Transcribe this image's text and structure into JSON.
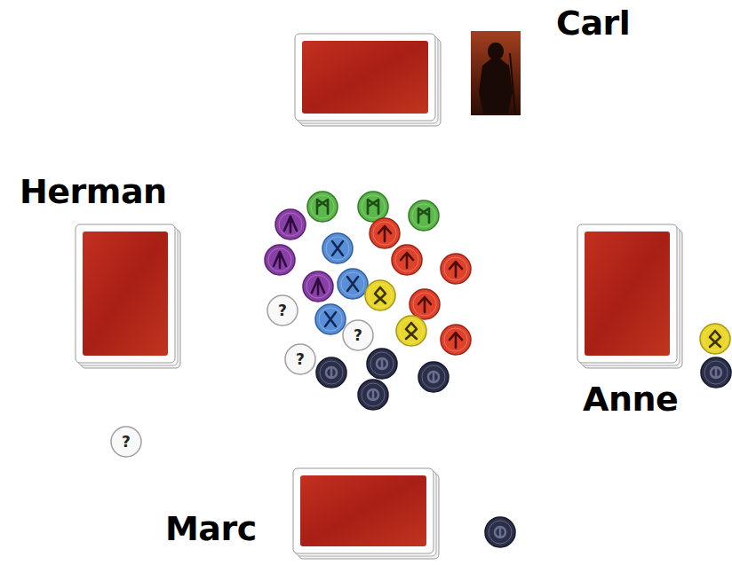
{
  "diagram": {
    "labels": [
      "Carl",
      "Herman",
      "Anne",
      "Marc",
      "?",
      "?",
      "?",
      "?"
    ]
  }
}
